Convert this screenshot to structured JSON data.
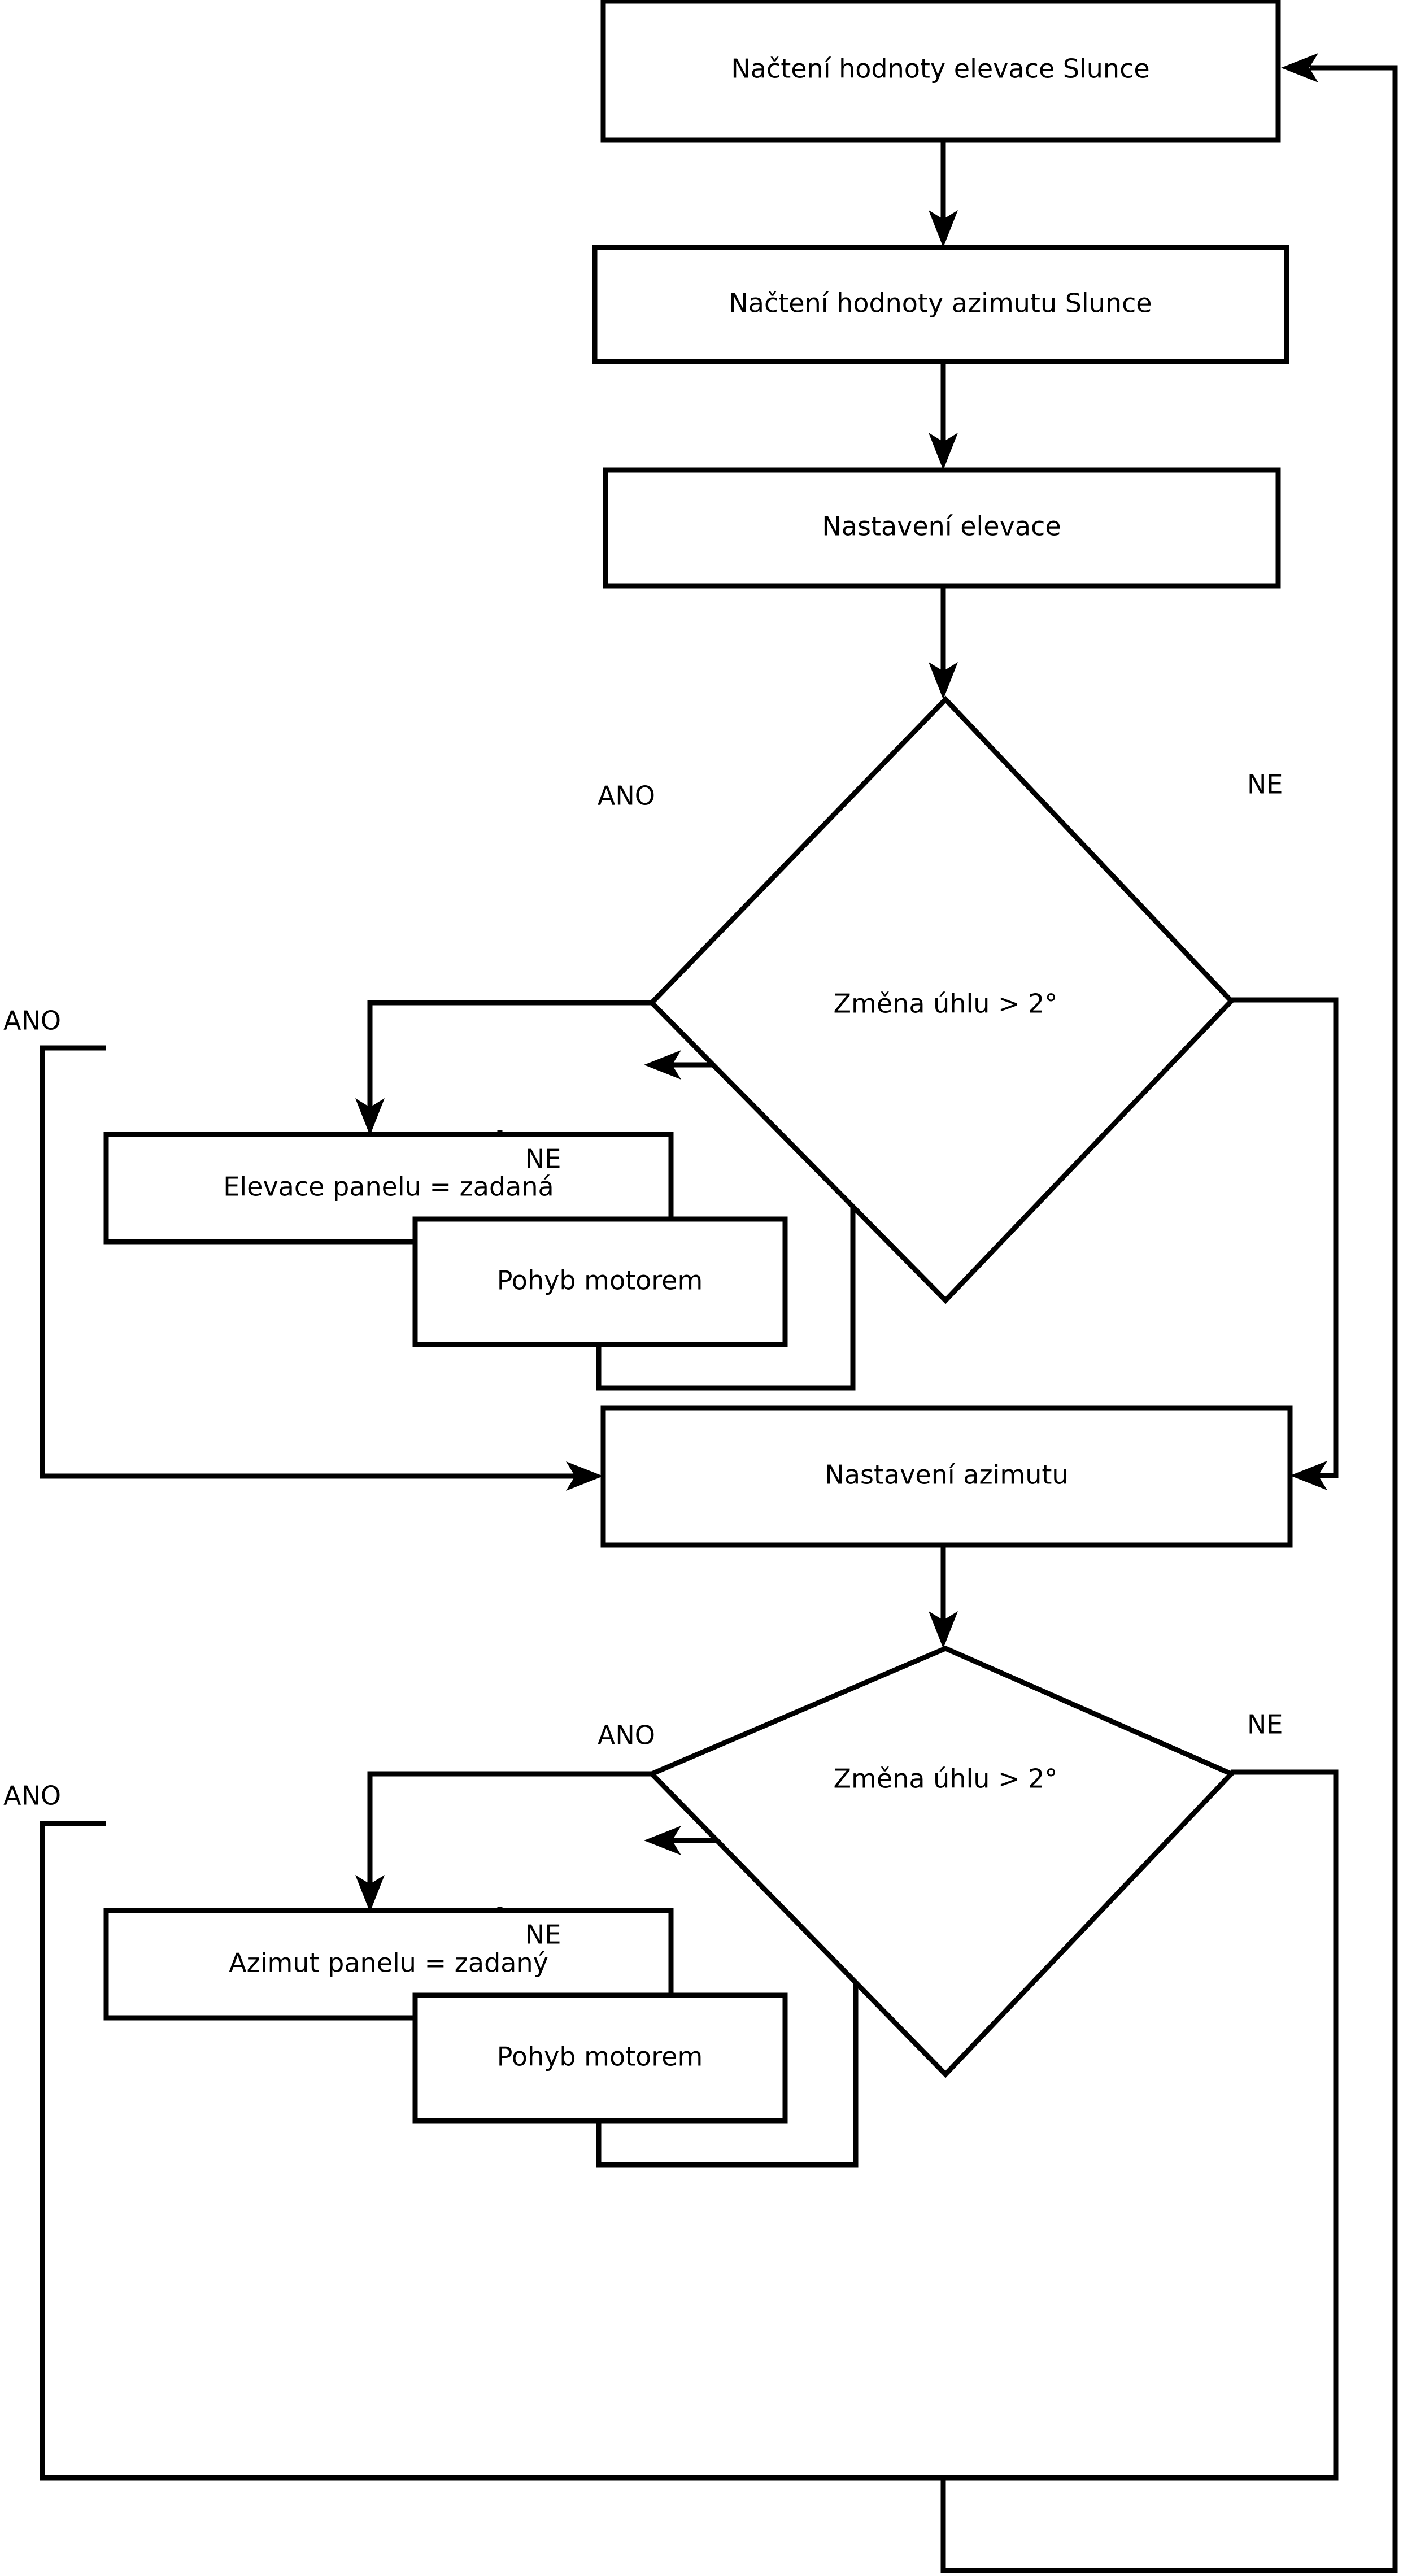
{
  "diagram": {
    "type": "flowchart",
    "language": "cs",
    "title": "Solar panel tracking control flowchart",
    "colors": {
      "stroke": "#000000",
      "fill": "#ffffff",
      "text": "#000000"
    },
    "nodes": [
      {
        "id": "read_elevation",
        "shape": "process",
        "label": "Načtení hodnoty elevace Slunce"
      },
      {
        "id": "read_azimuth",
        "shape": "process",
        "label": "Načtení hodnoty azimutu Slunce"
      },
      {
        "id": "set_elevation",
        "shape": "process",
        "label": "Nastavení elevace"
      },
      {
        "id": "decision_elev",
        "shape": "decision",
        "label": "Změna úhlu > 2°"
      },
      {
        "id": "panel_elev_eq",
        "shape": "process",
        "label": "Elevace panelu = zadaná"
      },
      {
        "id": "motor_move_elev",
        "shape": "process",
        "label": "Pohyb motorem"
      },
      {
        "id": "set_azimuth",
        "shape": "process",
        "label": "Nastavení azimutu"
      },
      {
        "id": "decision_azim",
        "shape": "decision",
        "label": "Změna úhlu > 2°"
      },
      {
        "id": "panel_azim_eq",
        "shape": "process",
        "label": "Azimut panelu = zadaný"
      },
      {
        "id": "motor_move_azim",
        "shape": "process",
        "label": "Pohyb motorem"
      }
    ],
    "edge_labels": {
      "decision_elev_yes": "ANO",
      "decision_elev_no": "NE",
      "panel_elev_yes": "ANO",
      "panel_elev_no": "NE",
      "decision_azim_yes": "ANO",
      "decision_azim_no": "NE",
      "panel_azim_yes": "ANO",
      "panel_azim_no": "NE"
    }
  }
}
